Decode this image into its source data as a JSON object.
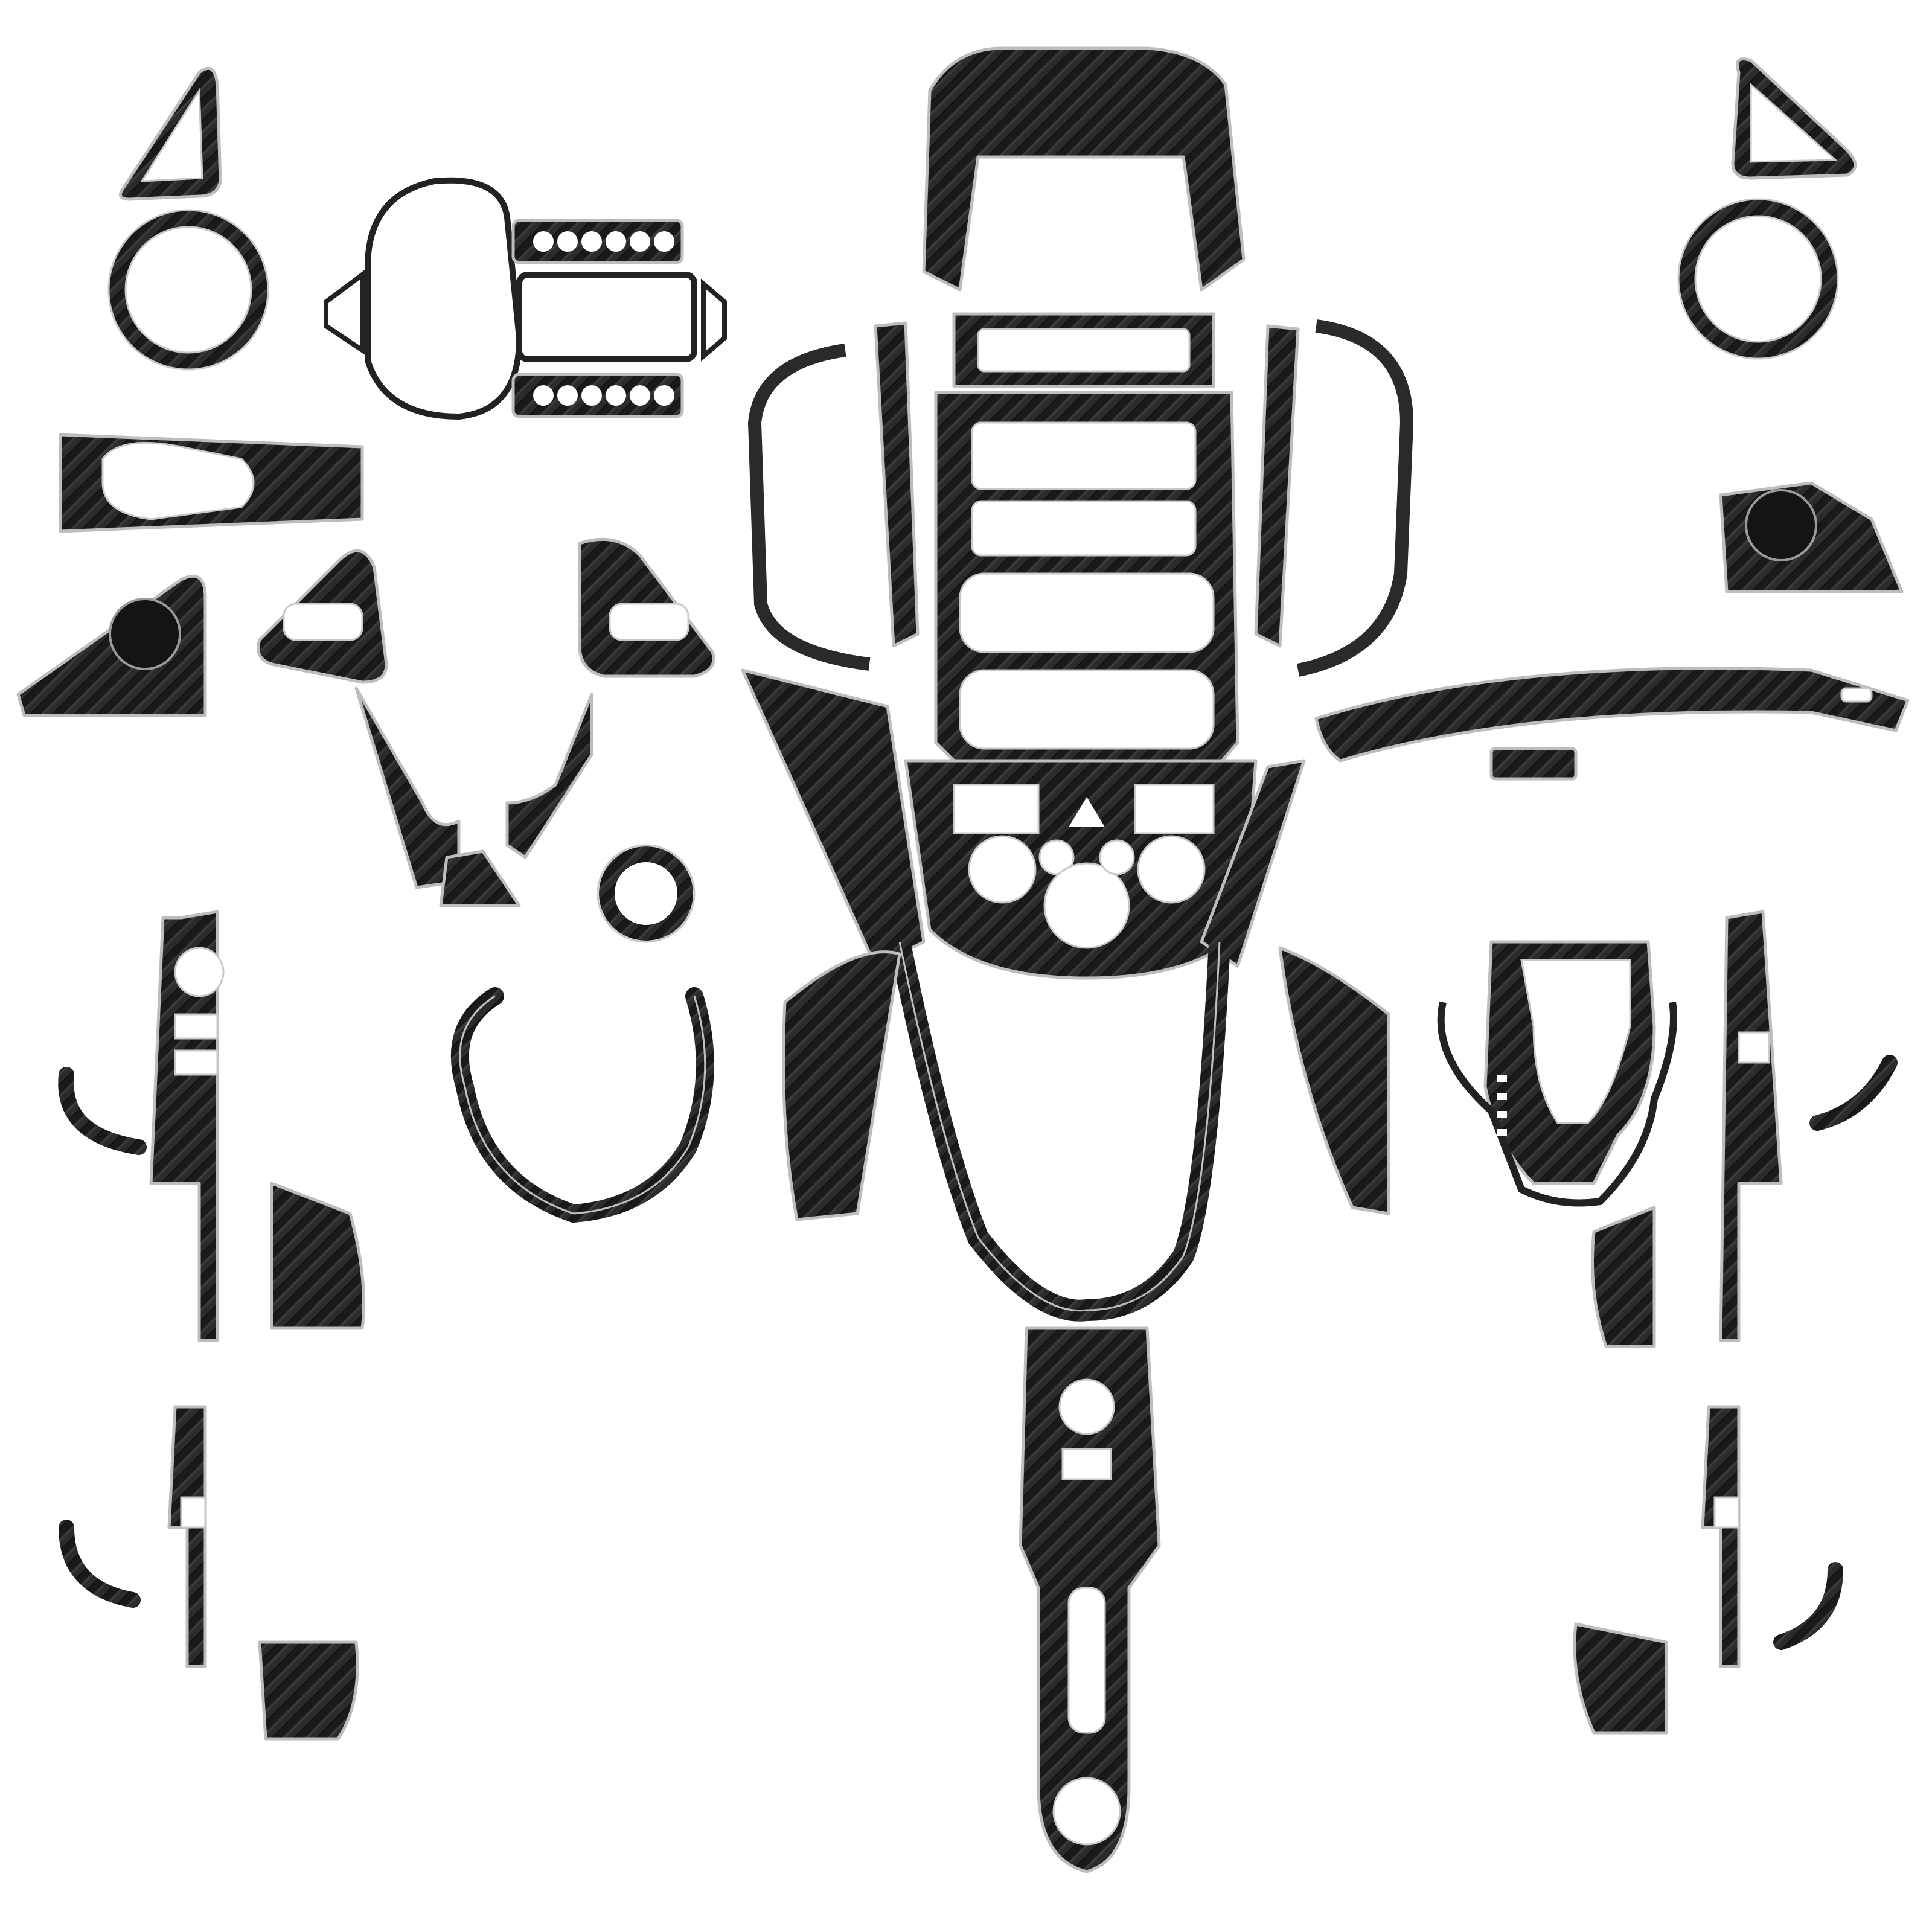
{
  "image": {
    "background": "#ffffff",
    "subject": "carbon-fiber-interior-trim-kit",
    "part_color": "#1c1c1c",
    "edge_color": "#bdbdbd",
    "part_groups": [
      "tweeter-triangle-frames",
      "round-vent-rings",
      "instrument-cluster-frame",
      "dash-strip-panels",
      "corner-speaker-covers",
      "steering-wheel-trims",
      "center-stack-surround",
      "center-console-bezel",
      "passenger-dash-strip",
      "gear-shifter-surround",
      "window-switch-panels",
      "door-handle-trims",
      "door-pocket-covers",
      "rear-console-panel"
    ]
  }
}
